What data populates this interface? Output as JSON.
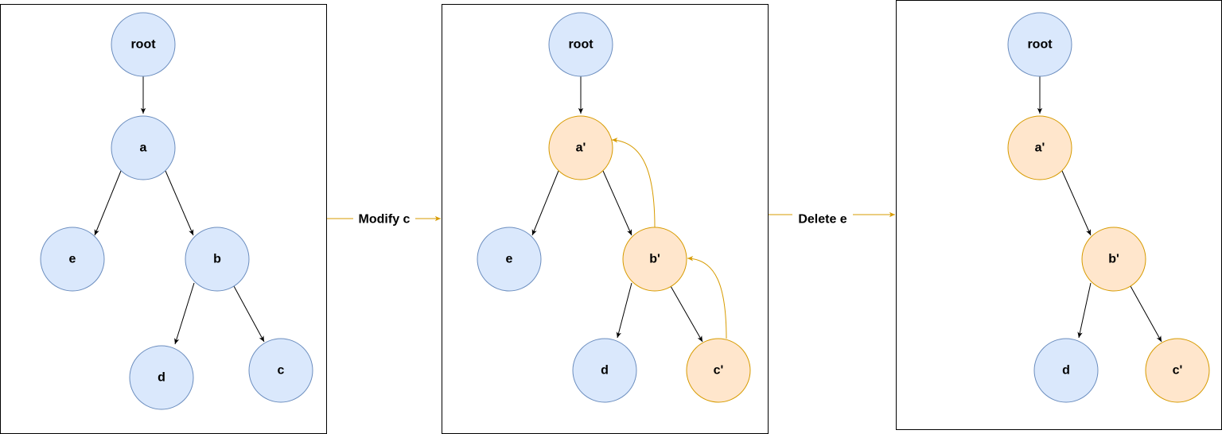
{
  "colors": {
    "original_fill": "#dae8fc",
    "original_stroke": "#6c8ebf",
    "modified_fill": "#ffe6cc",
    "modified_stroke": "#d79b00",
    "transition_arrow": "#d79b00",
    "edge": "#000000",
    "panel_border": "#000000"
  },
  "transitions": {
    "modify": "Modify c",
    "delete": "Delete e"
  },
  "panel_1": {
    "root": "root",
    "a": "a",
    "e": "e",
    "b": "b",
    "d": "d",
    "c": "c"
  },
  "panel_2": {
    "root": "root",
    "a": "a'",
    "e": "e",
    "b": "b'",
    "d": "d",
    "c": "c'"
  },
  "panel_3": {
    "root": "root",
    "a": "a'",
    "b": "b'",
    "d": "d",
    "c": "c'"
  }
}
